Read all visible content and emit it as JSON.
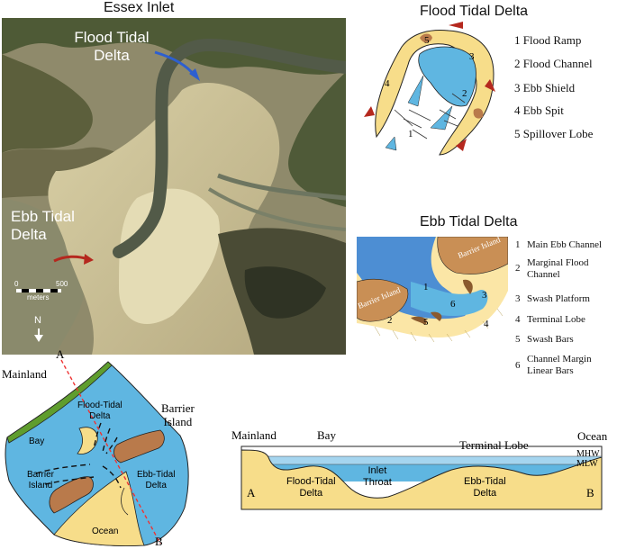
{
  "photo": {
    "title": "Essex Inlet",
    "flood_label": "Flood Tidal\nDelta",
    "ebb_label": "Ebb Tidal\nDelta",
    "scale_start": "0",
    "scale_end": "500",
    "scale_unit": "meters",
    "north": "N"
  },
  "flood_delta": {
    "title": "Flood Tidal Delta",
    "items": [
      "1 Flood Ramp",
      "2 Flood Channel",
      "3 Ebb Shield",
      "4 Ebb Spit",
      "5 Spillover Lobe"
    ],
    "numbers": [
      "1",
      "2",
      "3",
      "4",
      "5"
    ]
  },
  "ebb_delta": {
    "title": "Ebb Tidal Delta",
    "items": [
      {
        "num": "1",
        "text": "Main Ebb Channel"
      },
      {
        "num": "2",
        "text": "Marginal Flood\nChannel"
      },
      {
        "num": "3",
        "text": "Swash Platform"
      },
      {
        "num": "4",
        "text": "Terminal Lobe"
      },
      {
        "num": "5",
        "text": "Swash Bars"
      },
      {
        "num": "6",
        "text": "Channel Margin\nLinear Bars"
      }
    ],
    "barrier_label": "Barrier Island",
    "numbers": [
      "1",
      "2",
      "3",
      "4",
      "5",
      "6"
    ]
  },
  "plan_view": {
    "point_a": "A",
    "point_b": "B",
    "mainland": "Mainland",
    "bay": "Bay",
    "flood": "Flood-Tidal\nDelta",
    "barrier_right": "Barrier\nIsland",
    "barrier_left": "Barrier\nIsland",
    "ebb": "Ebb-Tidal\nDelta",
    "ocean": "Ocean"
  },
  "cross_section": {
    "mainland": "Mainland",
    "bay": "Bay",
    "terminal_lobe": "Terminal Lobe",
    "ocean": "Ocean",
    "mhw": "MHW",
    "mlw": "MLW",
    "point_a": "A",
    "point_b": "B",
    "flood": "Flood-Tidal\nDelta",
    "inlet": "Inlet\nThroat",
    "ebb": "Ebb-Tidal\nDelta"
  },
  "colors": {
    "water": "#5fb6e1",
    "sand": "#f7dd8a",
    "island": "#b97a4b",
    "marsh": "#5f9d2e",
    "arrow_red": "#b5281e",
    "arrow_blue": "#2d5fd0"
  }
}
